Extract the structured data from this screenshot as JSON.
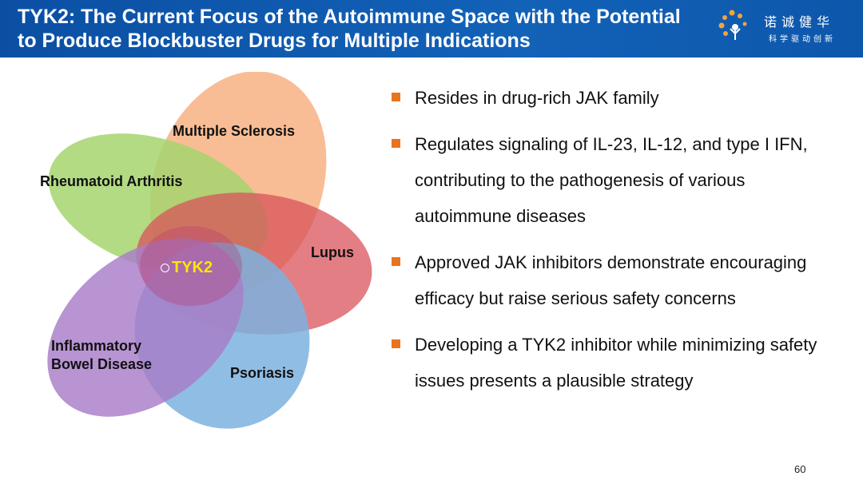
{
  "header": {
    "title": "TYK2: The Current Focus of the Autoimmune Space with the Potential to Produce Blockbuster Drugs for Multiple Indications",
    "logo_name_cn": "诺诚健华",
    "logo_tagline_cn": "科学驱动创新"
  },
  "diagram": {
    "center_label": "TYK2",
    "petals": [
      {
        "label": "Multiple Sclerosis",
        "color": "#f7b68a"
      },
      {
        "label": "Rheumatoid Arthritis",
        "color": "#a5d56e"
      },
      {
        "label": "Lupus",
        "color": "#d9535b"
      },
      {
        "label": "Inflammatory Bowel Disease",
        "line1": "Inflammatory",
        "line2": "Bowel Disease",
        "color": "#a87cc8"
      },
      {
        "label": "Psoriasis",
        "color": "#7db1de"
      }
    ]
  },
  "bullets": [
    {
      "text": "Resides in drug-rich JAK family"
    },
    {
      "text": "Regulates signaling of IL-23, IL-12, and type I IFN, contributing to the pathogenesis of various autoimmune diseases"
    },
    {
      "text": "Approved JAK inhibitors demonstrate encouraging efficacy but raise serious safety concerns"
    },
    {
      "text": "Developing a TYK2 inhibitor while minimizing safety issues presents a plausible strategy"
    }
  ],
  "colors": {
    "header_bg": "#1262b8",
    "bullet": "#e8741f",
    "center_text": "#ffe600"
  },
  "page_number": "60"
}
